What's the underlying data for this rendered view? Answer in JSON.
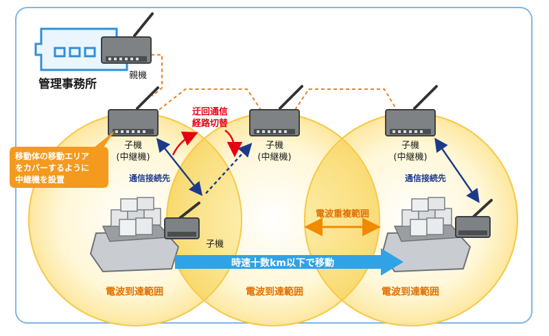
{
  "office": {
    "label": "管理事務所"
  },
  "parent_unit": {
    "label": "親機"
  },
  "relay_units": [
    {
      "label_line1": "子機",
      "label_line2": "(中継機)"
    },
    {
      "label_line1": "子機",
      "label_line2": "(中継機)"
    },
    {
      "label_line1": "子機",
      "label_line2": "(中継機)"
    }
  ],
  "mobile_unit": {
    "label": "子機"
  },
  "callout": {
    "lines": [
      "移動体の移動エリア",
      "をカバーするように",
      "中継機を設置"
    ]
  },
  "reroute": {
    "lines": [
      "迂回通信",
      "経路切替"
    ]
  },
  "connection_left": "通信接続先",
  "connection_right": "通信接続先",
  "overlap_label": "電波重複範囲",
  "speed_banner": "時速十数km以下で移動",
  "coverage_labels": [
    "電波到達範囲",
    "電波到達範囲",
    "電波到達範囲"
  ],
  "colors": {
    "frame": "#7ab6e8",
    "coverage_fill": "#fff3c4",
    "coverage_edge": "#f7c948",
    "callout": "#f39a1f",
    "reroute": "#e60012",
    "connection": "#1d3a8a",
    "banner": "#2fa3e6",
    "overlap_arrow": "#f08a00"
  }
}
